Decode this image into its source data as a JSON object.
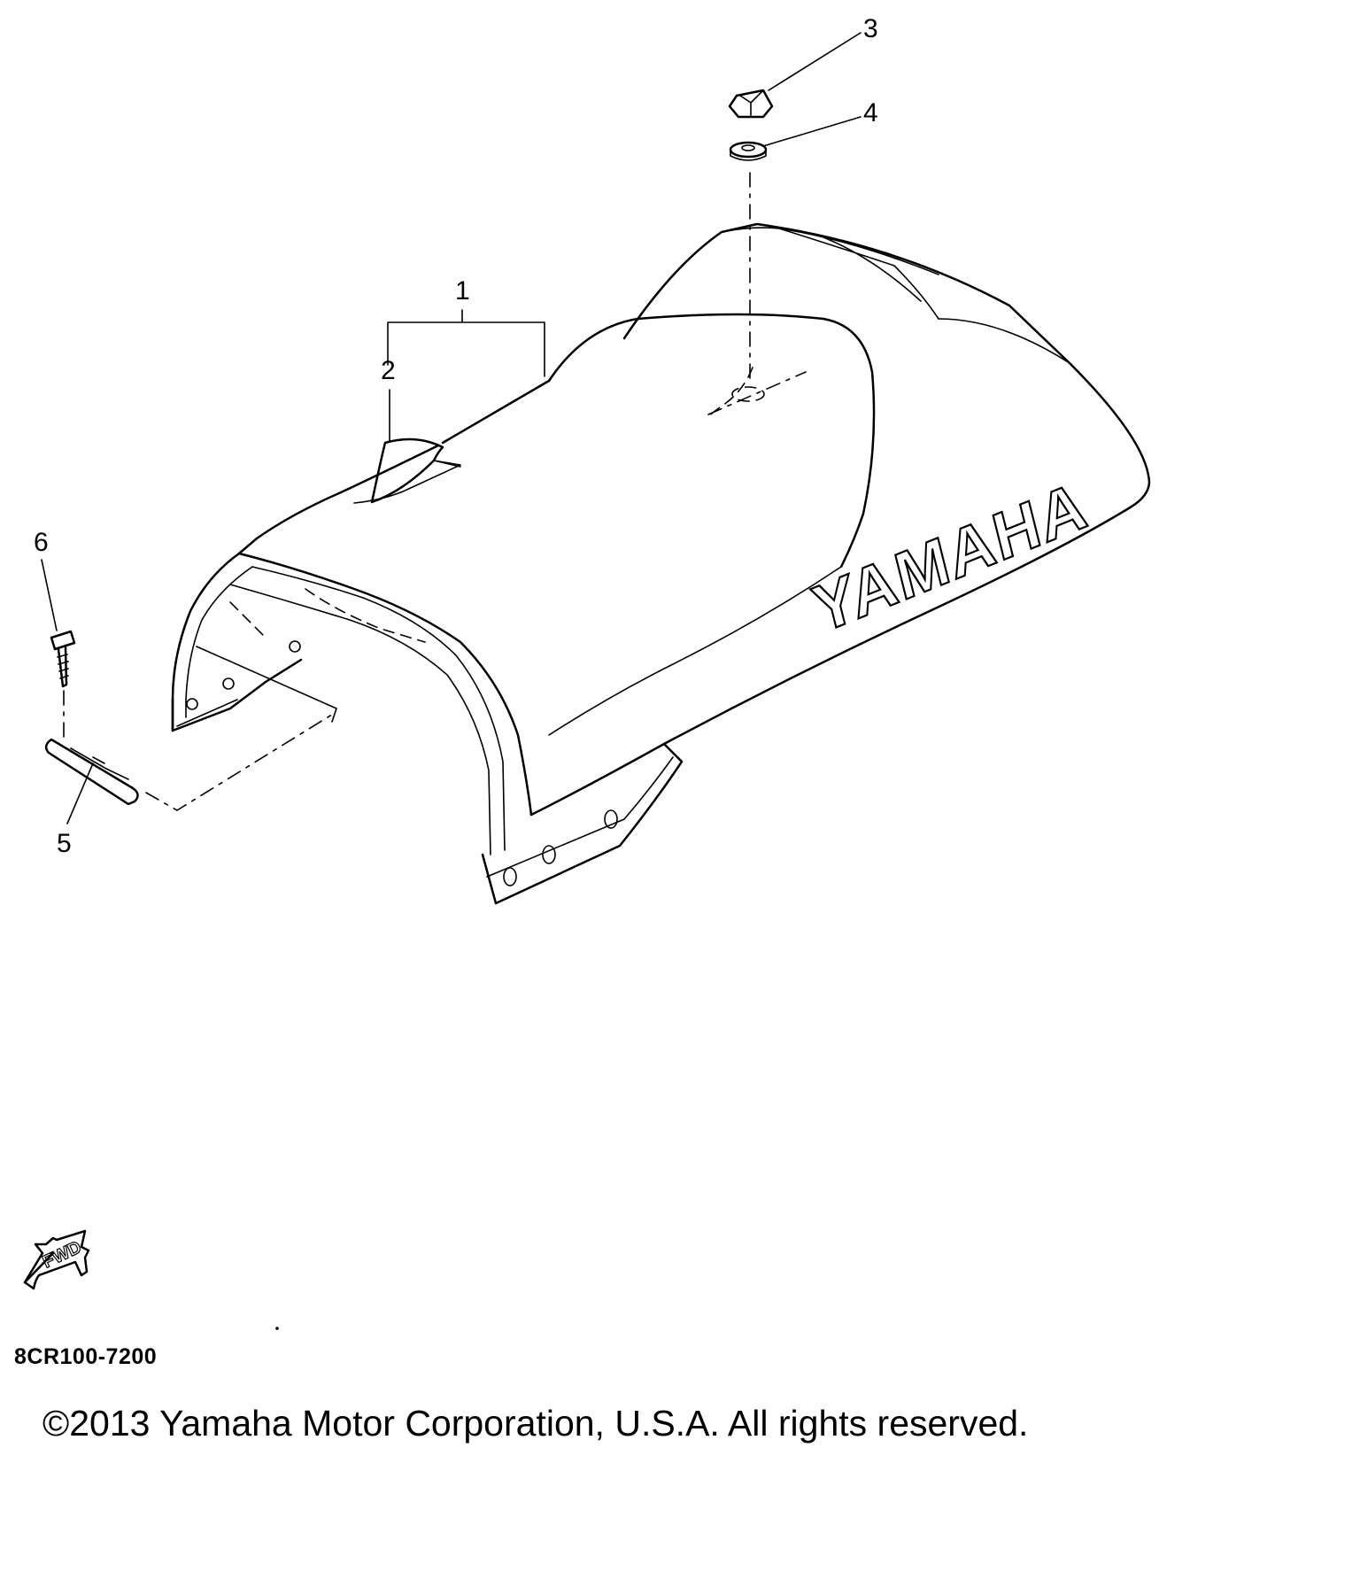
{
  "diagram": {
    "brand_on_part": "YAMAHA",
    "callouts": [
      "1",
      "2",
      "3",
      "4",
      "5",
      "6"
    ],
    "direction_arrow_label": "FWD"
  },
  "footer": {
    "code": "8CR100-7200",
    "copyright": "©2013 Yamaha Motor Corporation, U.S.A. All rights reserved."
  }
}
